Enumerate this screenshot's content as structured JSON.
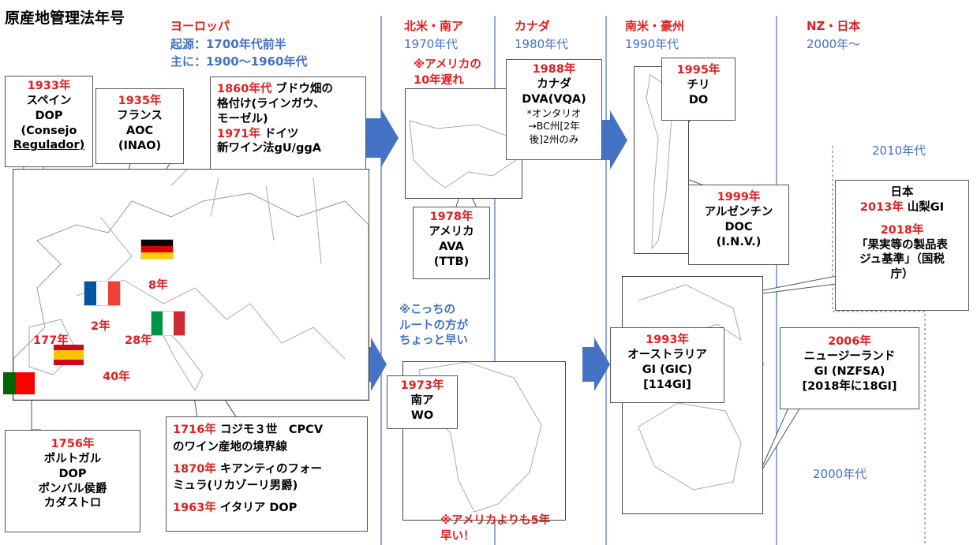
{
  "title": "原産地管理法年号",
  "columns": {
    "europe": {
      "region": "ヨーロッパ",
      "origin": "起源：1700年代前半",
      "main": "主に：1900〜1960年代"
    },
    "na_sa": {
      "region": "北米・南ア",
      "decade": "1970年代"
    },
    "canada": {
      "region": "カナダ",
      "decade": "1980年代"
    },
    "sa_au": {
      "region": "南米・豪州",
      "decade": "1990年代"
    },
    "nz_jp": {
      "region": "NZ・日本",
      "decade": "2000年〜"
    }
  },
  "decade_labels": {
    "d2010": "2010年代",
    "d2000": "2000年代"
  },
  "callouts": {
    "spain": {
      "year": "1933年",
      "l1": "スペイン",
      "l2": "DOP",
      "l3": "(Consejo",
      "l4": "Regulador)"
    },
    "france": {
      "year": "1935年",
      "l1": "フランス",
      "l2": "AOC",
      "l3": "(INAO)"
    },
    "germany": {
      "y1": "1860年代",
      "t1": " ブドウ畑の",
      "t2": "格付け(ラインガウ、",
      "t3": "モーゼル)",
      "y2": "1971年",
      "t4": " ドイツ",
      "t5": "新ワイン法gU/ggA"
    },
    "portugal": {
      "year": "1756年",
      "l1": "ポルトガル",
      "l2": "DOP",
      "l3": "ポンバル侯爵",
      "l4": "カダストロ"
    },
    "italy": {
      "y1": "1716年",
      "t1": " コジモ３世　CPCV",
      "t2": "のワイン産地の境界線",
      "y2": "1870年",
      "t3": " キアンティのフォー",
      "t4": "ミュラ(リカゾーリ男爵)",
      "y3": "1963年",
      "t5": " イタリア DOP"
    },
    "usa": {
      "year": "1978年",
      "l1": "アメリカ",
      "l2": "AVA",
      "l3": "(TTB)"
    },
    "canada": {
      "year": "1988年",
      "l1": "カナダ",
      "l2": "DVA(VQA)",
      "n1": "*オンタリオ",
      "n2": "→BC州[2年",
      "n3": "後]2州のみ"
    },
    "south_africa": {
      "year": "1973年",
      "l1": "南ア",
      "l2": "WO"
    },
    "chile": {
      "year": "1995年",
      "l1": "チリ",
      "l2": "DO"
    },
    "argentina": {
      "year": "1999年",
      "l1": "アルゼンチン",
      "l2": "DOC",
      "l3": "(I.N.V.)"
    },
    "australia": {
      "year": "1993年",
      "l1": "オーストラリア",
      "l2": "GI (GIC)",
      "l3": "[114GI]"
    },
    "new_zealand": {
      "year": "2006年",
      "l1": "ニュージーランド",
      "l2": "GI (NZFSA)",
      "l3": "[2018年に18GI]"
    },
    "japan": {
      "l1": "日本",
      "y1": "2013年",
      "t1": " 山梨GI",
      "y2": "2018年",
      "t2": "「果実等の製品表",
      "t3": "ジュ基準」（国税",
      "t4": "庁）"
    }
  },
  "notes": {
    "america_late_1": "※アメリカの",
    "america_late_2": "10年遅れ",
    "route_1": "※こっちの",
    "route_2": "ルートの方が",
    "route_3": "ちょっと早い",
    "sa_early_1": "※アメリカよりも5年",
    "sa_early_2": "早い！"
  },
  "gaps": {
    "spain_portugal": "177年",
    "france_spain": "2年",
    "italy_france": "28年",
    "germany_italy": "8年",
    "portugal_italy": "40年"
  },
  "colors": {
    "accent_red": "#e02020",
    "accent_blue": "#4472c4",
    "arrow": "#4472c4"
  }
}
